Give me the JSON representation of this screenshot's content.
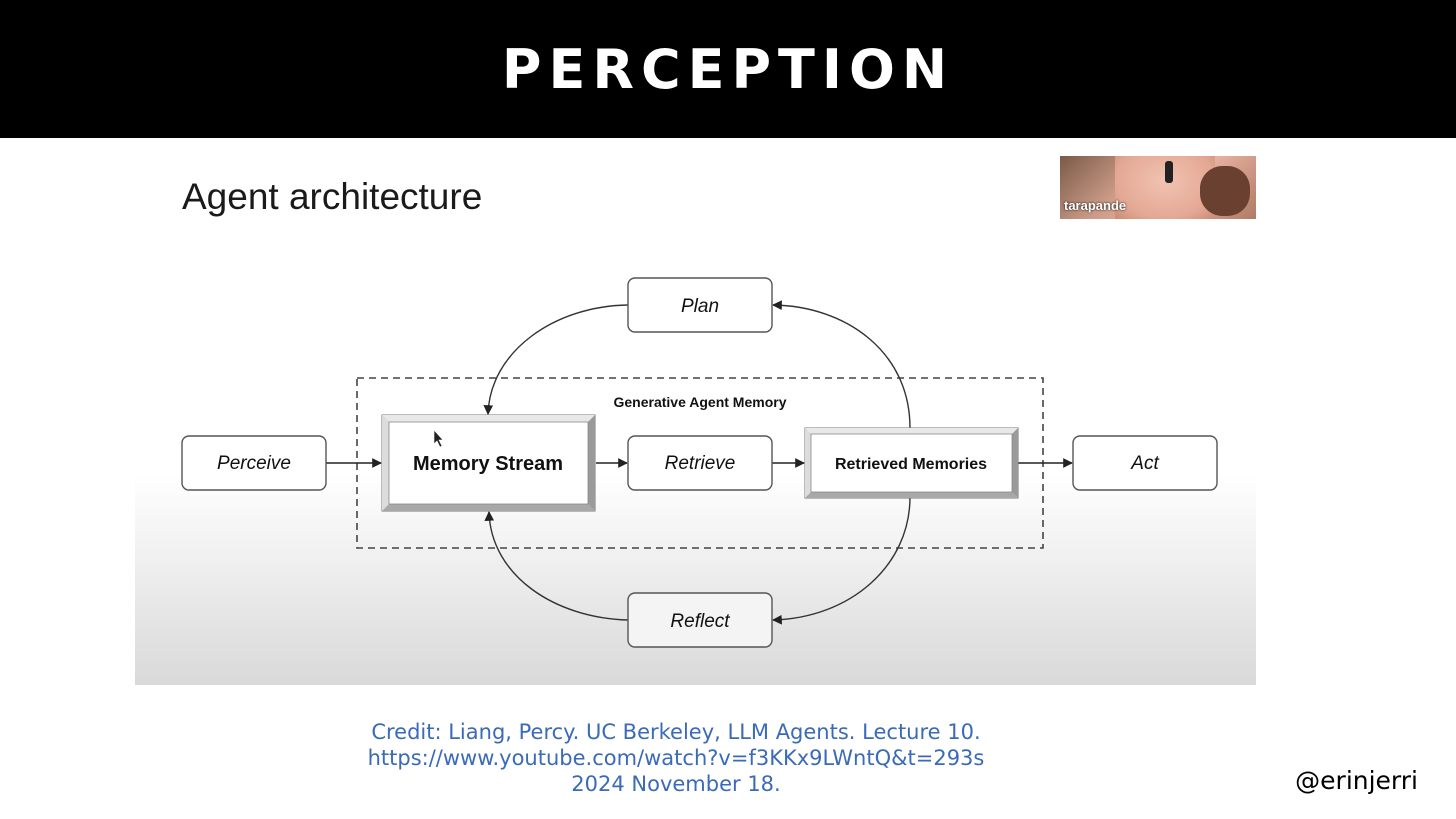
{
  "header": {
    "title": "PERCEPTION"
  },
  "slide": {
    "title": "Agent architecture",
    "webcam_name": "tarapande"
  },
  "diagram": {
    "group_label": "Generative Agent Memory",
    "nodes": {
      "perceive": "Perceive",
      "memory_stream": "Memory Stream",
      "retrieve": "Retrieve",
      "retrieved_memories": "Retrieved Memories",
      "act": "Act",
      "plan": "Plan",
      "reflect": "Reflect"
    },
    "edges": [
      [
        "perceive",
        "memory_stream"
      ],
      [
        "memory_stream",
        "retrieve"
      ],
      [
        "retrieve",
        "retrieved_memories"
      ],
      [
        "retrieved_memories",
        "act"
      ],
      [
        "retrieved_memories",
        "plan"
      ],
      [
        "plan",
        "memory_stream"
      ],
      [
        "retrieved_memories",
        "reflect"
      ],
      [
        "reflect",
        "memory_stream"
      ]
    ]
  },
  "credit": {
    "line1": "Credit: Liang, Percy. UC Berkeley, LLM Agents. Lecture 10.",
    "line2": "https://www.youtube.com/watch?v=f3KKx9LWntQ&t=293s",
    "line3": "2024 November 18."
  },
  "handle": "@erinjerri",
  "colors": {
    "credit": "#3a6ab8",
    "header_bg": "#000000"
  }
}
